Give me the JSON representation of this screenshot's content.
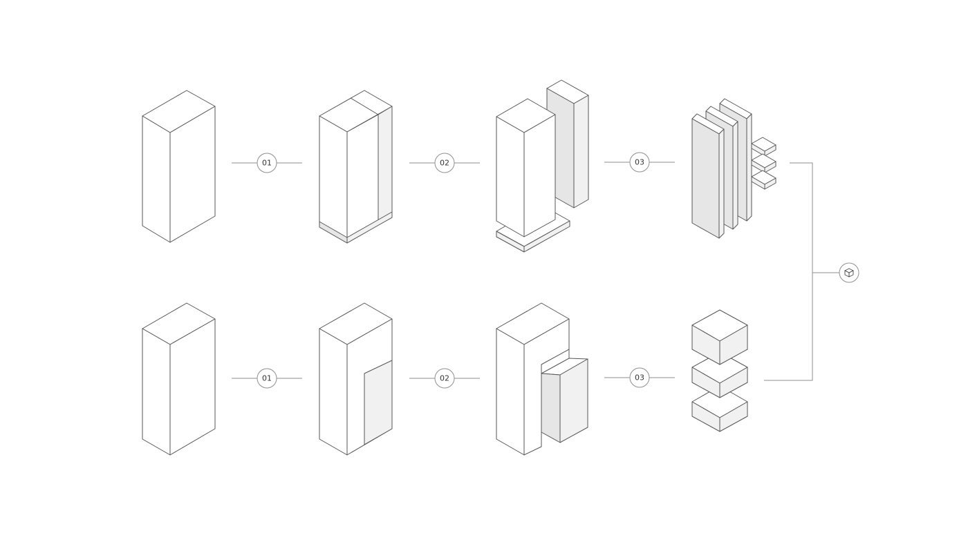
{
  "row_top": {
    "steps": [
      "01",
      "02",
      "03"
    ]
  },
  "row_bottom": {
    "steps": [
      "01",
      "02",
      "03"
    ]
  },
  "merge_node": {
    "icon": "cube-icon"
  },
  "colors": {
    "line": "#8e8e8e",
    "edge": "#555555",
    "face_light": "#f1f1f1",
    "face_mid": "#e6e6e6"
  }
}
